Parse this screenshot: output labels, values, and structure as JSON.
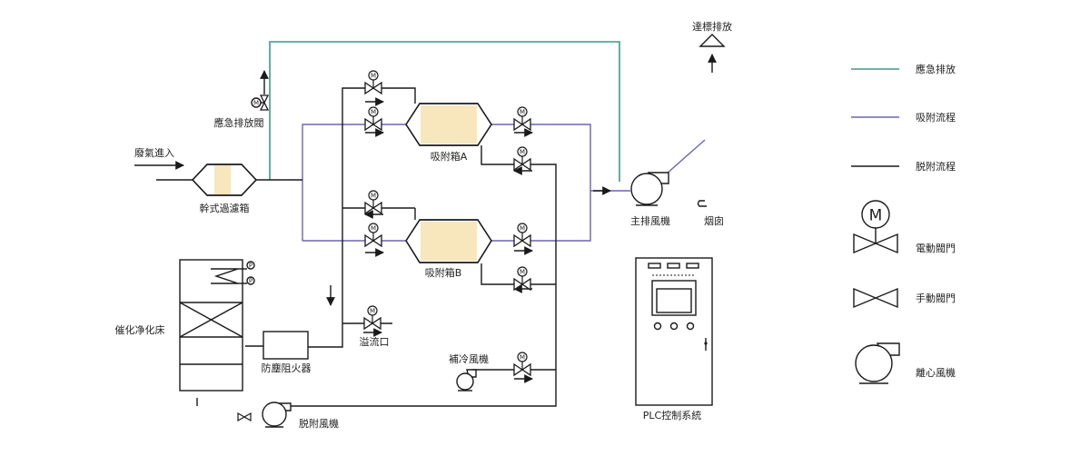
{
  "labels": {
    "waste_gas_in": "廢氣進入",
    "dry_filter": "幹式過濾箱",
    "emergency_valve": "應急排放閥",
    "adsorber_a": "吸附箱A",
    "adsorber_b": "吸附箱B",
    "main_fan": "主排風機",
    "chimney": "烟囱",
    "compliant_discharge": "達標排放",
    "catalytic_bed": "催化净化床",
    "flame_arrester": "防塵阻火器",
    "overflow": "溢流口",
    "cooling_fan": "補冷風機",
    "desorption_fan": "脱附風機",
    "plc": "PLC控制系統"
  },
  "legend": {
    "emergency_line": "應急排放",
    "adsorption_line": "吸附流程",
    "desorption_line": "脱附流程",
    "electric_valve": "電動閥門",
    "manual_valve": "手動閥門",
    "centrifugal_fan": "離心風機"
  },
  "symbols": {
    "motor_letter": "M",
    "pressure_letter": "P"
  },
  "colors": {
    "emergency": "#3a9a86",
    "adsorption": "#6b64b3",
    "desorption": "#1a1a1a",
    "adsorbent_fill": "#f8e6bd"
  },
  "icons": {
    "motor": "motor-circle-m",
    "valve": "bowtie-valve",
    "fan": "centrifugal-fan",
    "arrow": "flow-arrow"
  }
}
